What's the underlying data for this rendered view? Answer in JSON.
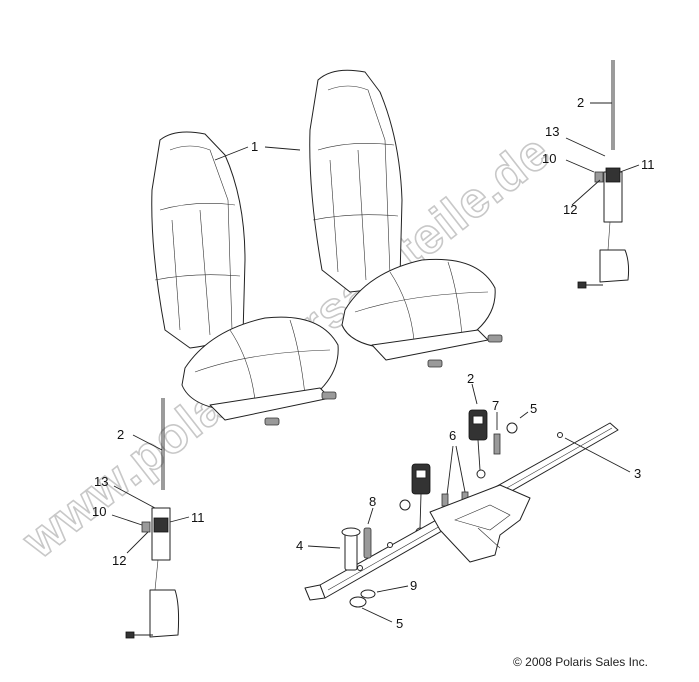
{
  "watermark": "www.polaris-ersatzteile.de",
  "copyright": "© 2008 Polaris Sales Inc.",
  "callouts": {
    "seat": "1",
    "belt_top": "2",
    "belt_left": "2",
    "buckle": "2",
    "crossbar": "3",
    "pin": "4",
    "nut_mid": "5",
    "nut_bottom": "5",
    "bolt": "6",
    "bolt_small": "7",
    "clip": "8",
    "washer": "9",
    "ten_top": "10",
    "ten_left": "10",
    "eleven_top": "11",
    "eleven_left": "11",
    "twelve_top": "12",
    "twelve_left": "12",
    "thirteen_top": "13",
    "thirteen_left": "13"
  }
}
